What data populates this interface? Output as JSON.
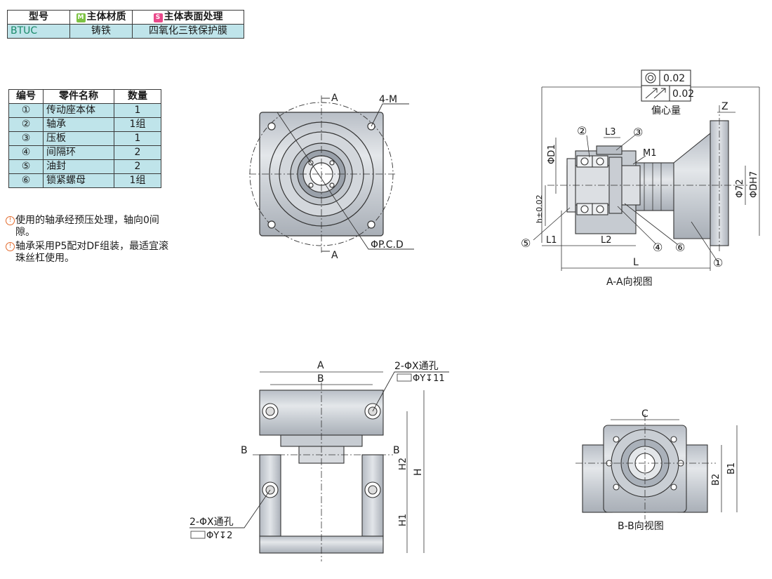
{
  "spec_table": {
    "headers": [
      "型号",
      "主体材质",
      "主体表面处理"
    ],
    "badge_m": "M",
    "badge_s": "S",
    "row": [
      "BTUC",
      "铸铁",
      "四氧化三铁保护膜"
    ]
  },
  "parts_table": {
    "headers": [
      "编号",
      "零件名称",
      "数量"
    ],
    "rows": [
      [
        "①",
        "传动座本体",
        "1"
      ],
      [
        "②",
        "轴承",
        "1组"
      ],
      [
        "③",
        "压板",
        "1"
      ],
      [
        "④",
        "间隔环",
        "2"
      ],
      [
        "⑤",
        "油封",
        "2"
      ],
      [
        "⑥",
        "锁紧螺母",
        "1组"
      ]
    ]
  },
  "notes": [
    "使用的轴承经预压处理，轴向0间隙。",
    "轴承采用P5配对DF组装，最适宜滚珠丝杠使用。"
  ],
  "front_view": {
    "section_mark": "A",
    "hole_label": "4-M",
    "pcd_label": "ΦP.C.D"
  },
  "section_view": {
    "tolerance_1": "0.02",
    "tolerance_2": "0.02",
    "eccentric_label": "偏心量",
    "z": "Z",
    "l3": "L3",
    "m1": "M1",
    "d1": "ΦD1",
    "phi72": "Φ72",
    "dh7": "ΦDH7",
    "h_tol": "h±0.02",
    "l1": "L1",
    "l2": "L2",
    "l": "L",
    "callouts": [
      "①",
      "②",
      "③",
      "④",
      "⑤",
      "⑥"
    ],
    "caption": "A-A向视图"
  },
  "bottom_view": {
    "a": "A",
    "b": "B",
    "hole_top": "2-ΦX通孔",
    "hole_top_depth": "ΦY↧11",
    "section_b": "B",
    "h2": "H2",
    "h": "H",
    "h1": "H1",
    "hole_bottom": "2-ΦX通孔",
    "hole_bottom_depth": "ΦY↧2"
  },
  "bb_view": {
    "c": "C",
    "b2": "B2",
    "b1": "B1",
    "caption": "B-B向视图"
  }
}
